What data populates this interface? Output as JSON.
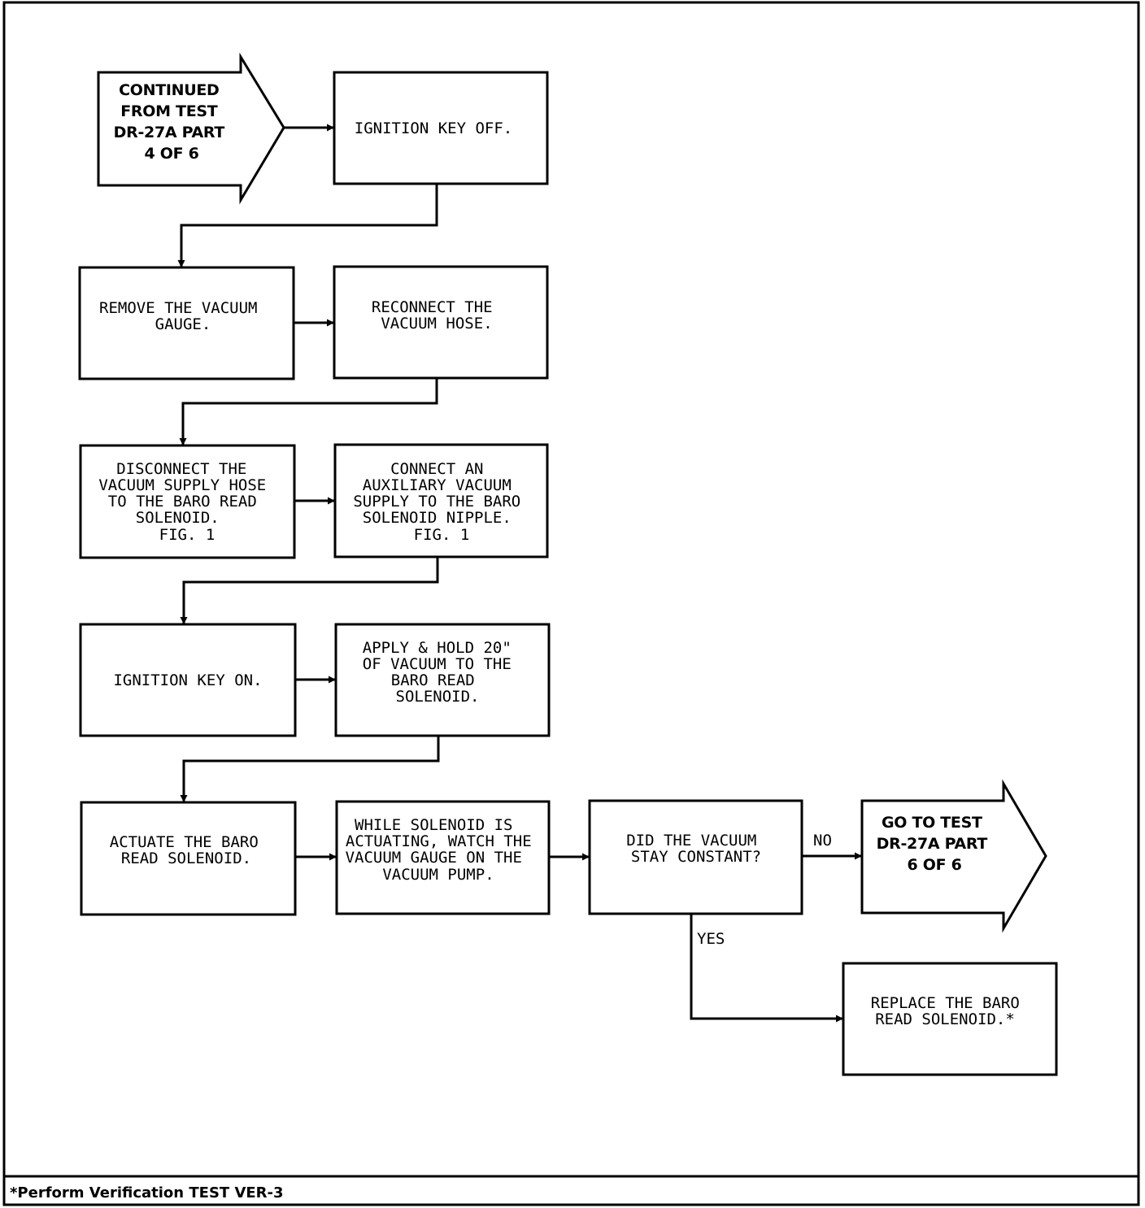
{
  "continued_from": [
    "CONTINUED",
    "FROM TEST",
    "DR-27A PART",
    "4 OF 6"
  ],
  "steps": {
    "ignition_off": [
      "IGNITION KEY OFF."
    ],
    "remove_gauge": [
      "REMOVE THE VACUUM",
      "GAUGE."
    ],
    "reconnect_hose": [
      "RECONNECT THE",
      "VACUUM HOSE."
    ],
    "disconnect_supply": [
      "DISCONNECT THE",
      "VACUUM SUPPLY HOSE",
      "TO THE BARO READ",
      "SOLENOID.",
      "FIG. 1"
    ],
    "connect_auxiliary": [
      "CONNECT AN",
      "AUXILIARY VACUUM",
      "SUPPLY TO THE BARO",
      "SOLENOID NIPPLE.",
      "FIG. 1"
    ],
    "ignition_on": [
      "IGNITION KEY ON."
    ],
    "apply_vacuum": [
      "APPLY & HOLD 20\"",
      "OF VACUUM TO THE",
      "BARO READ",
      "SOLENOID."
    ],
    "actuate_solenoid": [
      "ACTUATE THE BARO",
      "READ SOLENOID."
    ],
    "watch_gauge": [
      "WHILE SOLENOID IS",
      "ACTUATING, WATCH THE",
      "VACUUM GAUGE ON THE",
      "VACUUM PUMP."
    ],
    "decision": [
      "DID THE VACUUM",
      "STAY CONSTANT?"
    ],
    "replace_solenoid": [
      "REPLACE THE BARO",
      "READ SOLENOID.*"
    ]
  },
  "go_to": [
    "GO TO TEST",
    "DR-27A PART",
    "6 OF 6"
  ],
  "labels": {
    "no": "NO",
    "yes": "YES"
  },
  "footnote": "*Perform Verification TEST VER-3"
}
